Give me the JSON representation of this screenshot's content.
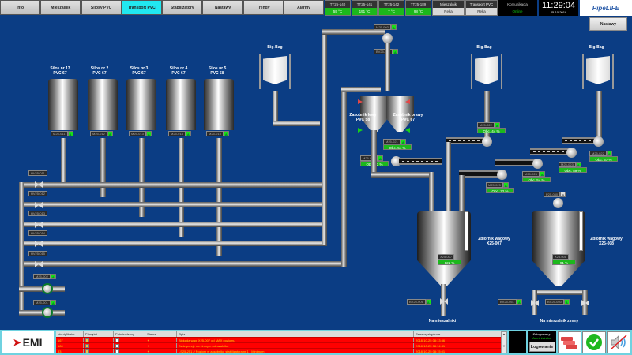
{
  "nav": {
    "tabs": [
      {
        "label": "Info",
        "active": false
      },
      {
        "label": "Mieszalnik",
        "active": false
      },
      {
        "label": "Silosy PVC",
        "active": false
      },
      {
        "label": "Transport PVC",
        "active": true
      },
      {
        "label": "Stabilizatory",
        "active": false
      },
      {
        "label": "Nastawy",
        "active": false
      },
      {
        "label": "Trendy",
        "active": false
      },
      {
        "label": "Alarmy",
        "active": false
      }
    ]
  },
  "header": {
    "temps": [
      {
        "label": "TT25-140",
        "value": "55 °C"
      },
      {
        "label": "TT25-141",
        "value": "191 °C"
      },
      {
        "label": "TT25-142",
        "value": "7 °C"
      },
      {
        "label": "TT25-189",
        "value": "98 °C"
      }
    ],
    "modes": [
      {
        "label": "Mieszalnik",
        "value": "Ręka"
      },
      {
        "label": "Transport PVC",
        "value": "Ręka"
      }
    ],
    "communication": {
      "label": "Komunikacja",
      "value": "Online"
    },
    "clock": {
      "time": "11:29:04",
      "date": "25-10-2018"
    },
    "logo": "PipeLIFE",
    "nastawy_button": "Nastawy"
  },
  "silos": [
    {
      "title": "Silos nr 13",
      "material": "PVC 67",
      "tag": "M25-011",
      "state": "A"
    },
    {
      "title": "Silos nr 2",
      "material": "PVC 67",
      "tag": "M25-012",
      "state": "A"
    },
    {
      "title": "Silos nr 3",
      "material": "PVC 67",
      "tag": "M25-013",
      "state": "A"
    },
    {
      "title": "Silos nr 4",
      "material": "PVC 67",
      "tag": "M25-014",
      "state": "A"
    },
    {
      "title": "Silos nr 5",
      "material": "PVC 58",
      "tag": "M25-015",
      "state": "A"
    }
  ],
  "valves": [
    "HV25-011",
    "HV25-012",
    "HV25-013",
    "HV25-014",
    "HV25-015"
  ],
  "pumps": [
    {
      "tag": "M25-002",
      "state": "A"
    },
    {
      "tag": "M25-001",
      "state": "A"
    }
  ],
  "top_devices": [
    {
      "tag": "M25-003",
      "state": "A"
    },
    {
      "tag": "BV25-003",
      "state": "A"
    }
  ],
  "bigbags": [
    "Big-Bag",
    "Big-Bag",
    "Big-Bag"
  ],
  "hoppers": [
    {
      "title": "Zasobnik lewy",
      "material": "PVC 58",
      "tag": "M25-020",
      "state": "A",
      "occupancy": "Obc. 93 %"
    },
    {
      "title": "Zasobnik prawy",
      "material": "PVC 67",
      "tag": "M25-021",
      "state": "A",
      "occupancy": "Obc. 54 %"
    }
  ],
  "screws": [
    {
      "tag": "M25-022",
      "state": "A",
      "occupancy": "Obc. 44 %"
    },
    {
      "tag": "M25-022",
      "state": "A",
      "occupancy": "Obc. 57 %"
    },
    {
      "tag": "M25-023",
      "state": "A",
      "occupancy": "Obc. 89 %"
    },
    {
      "tag": "M25-024",
      "state": "A",
      "occupancy": "Obc. 54 %"
    },
    {
      "tag": "M25-025",
      "state": "A",
      "occupancy": "Obc. 72 %"
    }
  ],
  "p25": {
    "tag": "P25-040",
    "state": "R"
  },
  "tanks": [
    {
      "title": "Zbiornik wagowy",
      "id": "X25-007",
      "tag": "X25-007",
      "value": "122 %",
      "outlet_valve": "BV25-006",
      "outlet_state": "A",
      "destination": "Na mieszalniki"
    },
    {
      "title": "Zbiornik wagowy",
      "id": "X25-008",
      "tag": "X25-008",
      "value": "91 %",
      "outlet_valve": "BV25-051",
      "outlet_state": "A",
      "outlet_valve2": "BV25-050",
      "outlet_state2": "A",
      "destination": "Na mieszalnik zimny"
    }
  ],
  "alarms": {
    "headers": [
      "Identyfikator",
      "Priorytet",
      "Potwierdzony",
      "Status",
      "Opis",
      "Czas wystąpienia"
    ],
    "rows": [
      {
        "id": "167",
        "priority": true,
        "ack": false,
        "desc": "Blokada wagi X25-007 od MAX poziomu",
        "time": "2018-10-25 08:13:56"
      },
      {
        "id": "180",
        "priority": true,
        "ack": false,
        "desc": "Dwie porcje na zimnym mieszalniku",
        "time": "2018-10-25 08:14:31"
      },
      {
        "id": "33",
        "priority": true,
        "ack": false,
        "desc": "LS25-251 // Poziom w zasobniku stabilizatora nr 1 - Minimum",
        "time": "2018-10-25 08:15:01"
      }
    ]
  },
  "footer": {
    "logo": "EMI",
    "login_status_label": "Zalogowany:",
    "login_user": "Administrator",
    "login_button": "Logowanie"
  }
}
